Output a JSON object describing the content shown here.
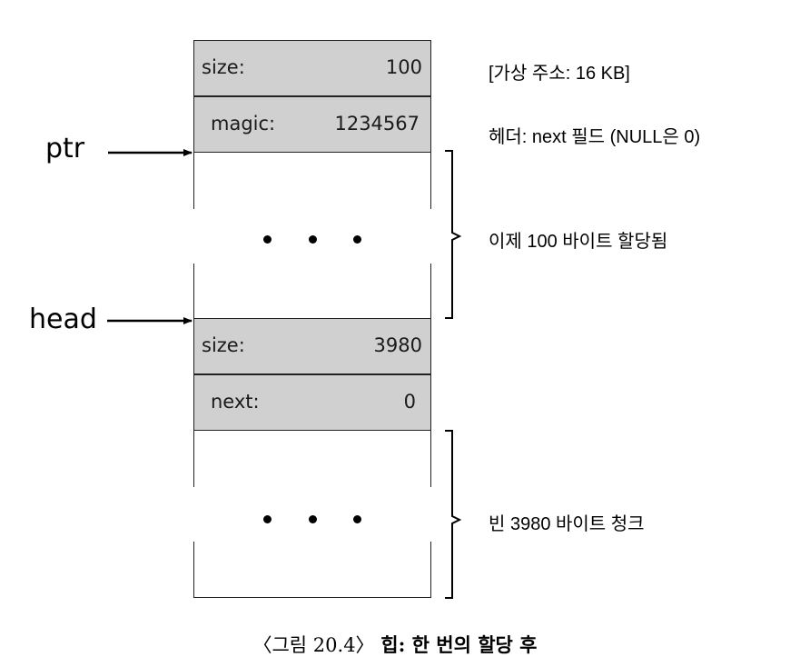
{
  "heap": {
    "used_chunk": {
      "size_key": "size:",
      "size_value": "100",
      "magic_key": "magic:",
      "magic_value": "1234567"
    },
    "free_chunk": {
      "size_key": "size:",
      "size_value": "3980",
      "next_key": "next:",
      "next_value": "0"
    },
    "ellipsis": "• • •"
  },
  "pointers": {
    "ptr": "ptr",
    "head": "head"
  },
  "annotations": {
    "virtual_address": "[가상 주소: 16 KB]",
    "header": "헤더: next 필드 (NULL은 0)",
    "allocated": "이제 100 바이트 할당됨",
    "free": "빈 3980 바이트 청크"
  },
  "caption": {
    "prefix": "〈그림 20.4〉",
    "title": "힙: 한 번의 할당 후"
  },
  "colors": {
    "cell_fill": "#d0d0d0",
    "line": "#222222",
    "text": "#000000"
  }
}
